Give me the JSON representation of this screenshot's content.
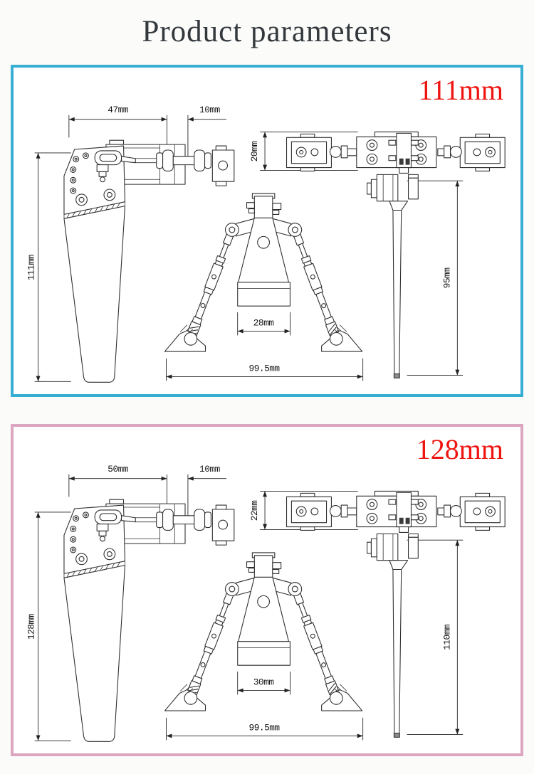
{
  "page": {
    "title": "Product parameters",
    "background": "#fbfcfa",
    "title_color": "#33383d"
  },
  "panels": [
    {
      "name": "variant-111mm",
      "border_color": "#38aed2",
      "size_label": "111mm",
      "label_color": "#ee1410",
      "dims": {
        "top_width": "47mm",
        "top_offset": "10mm",
        "overall_height": "111mm",
        "clamp_height": "20mm",
        "inner_width": "28mm",
        "base_width": "99.5mm",
        "blade_length": "95mm"
      }
    },
    {
      "name": "variant-128mm",
      "border_color": "#dca6c1",
      "size_label": "128mm",
      "label_color": "#ee1410",
      "dims": {
        "top_width": "50mm",
        "top_offset": "10mm",
        "overall_height": "128mm",
        "clamp_height": "22mm",
        "inner_width": "30mm",
        "base_width": "99.5mm",
        "blade_length": "110mm"
      }
    }
  ]
}
